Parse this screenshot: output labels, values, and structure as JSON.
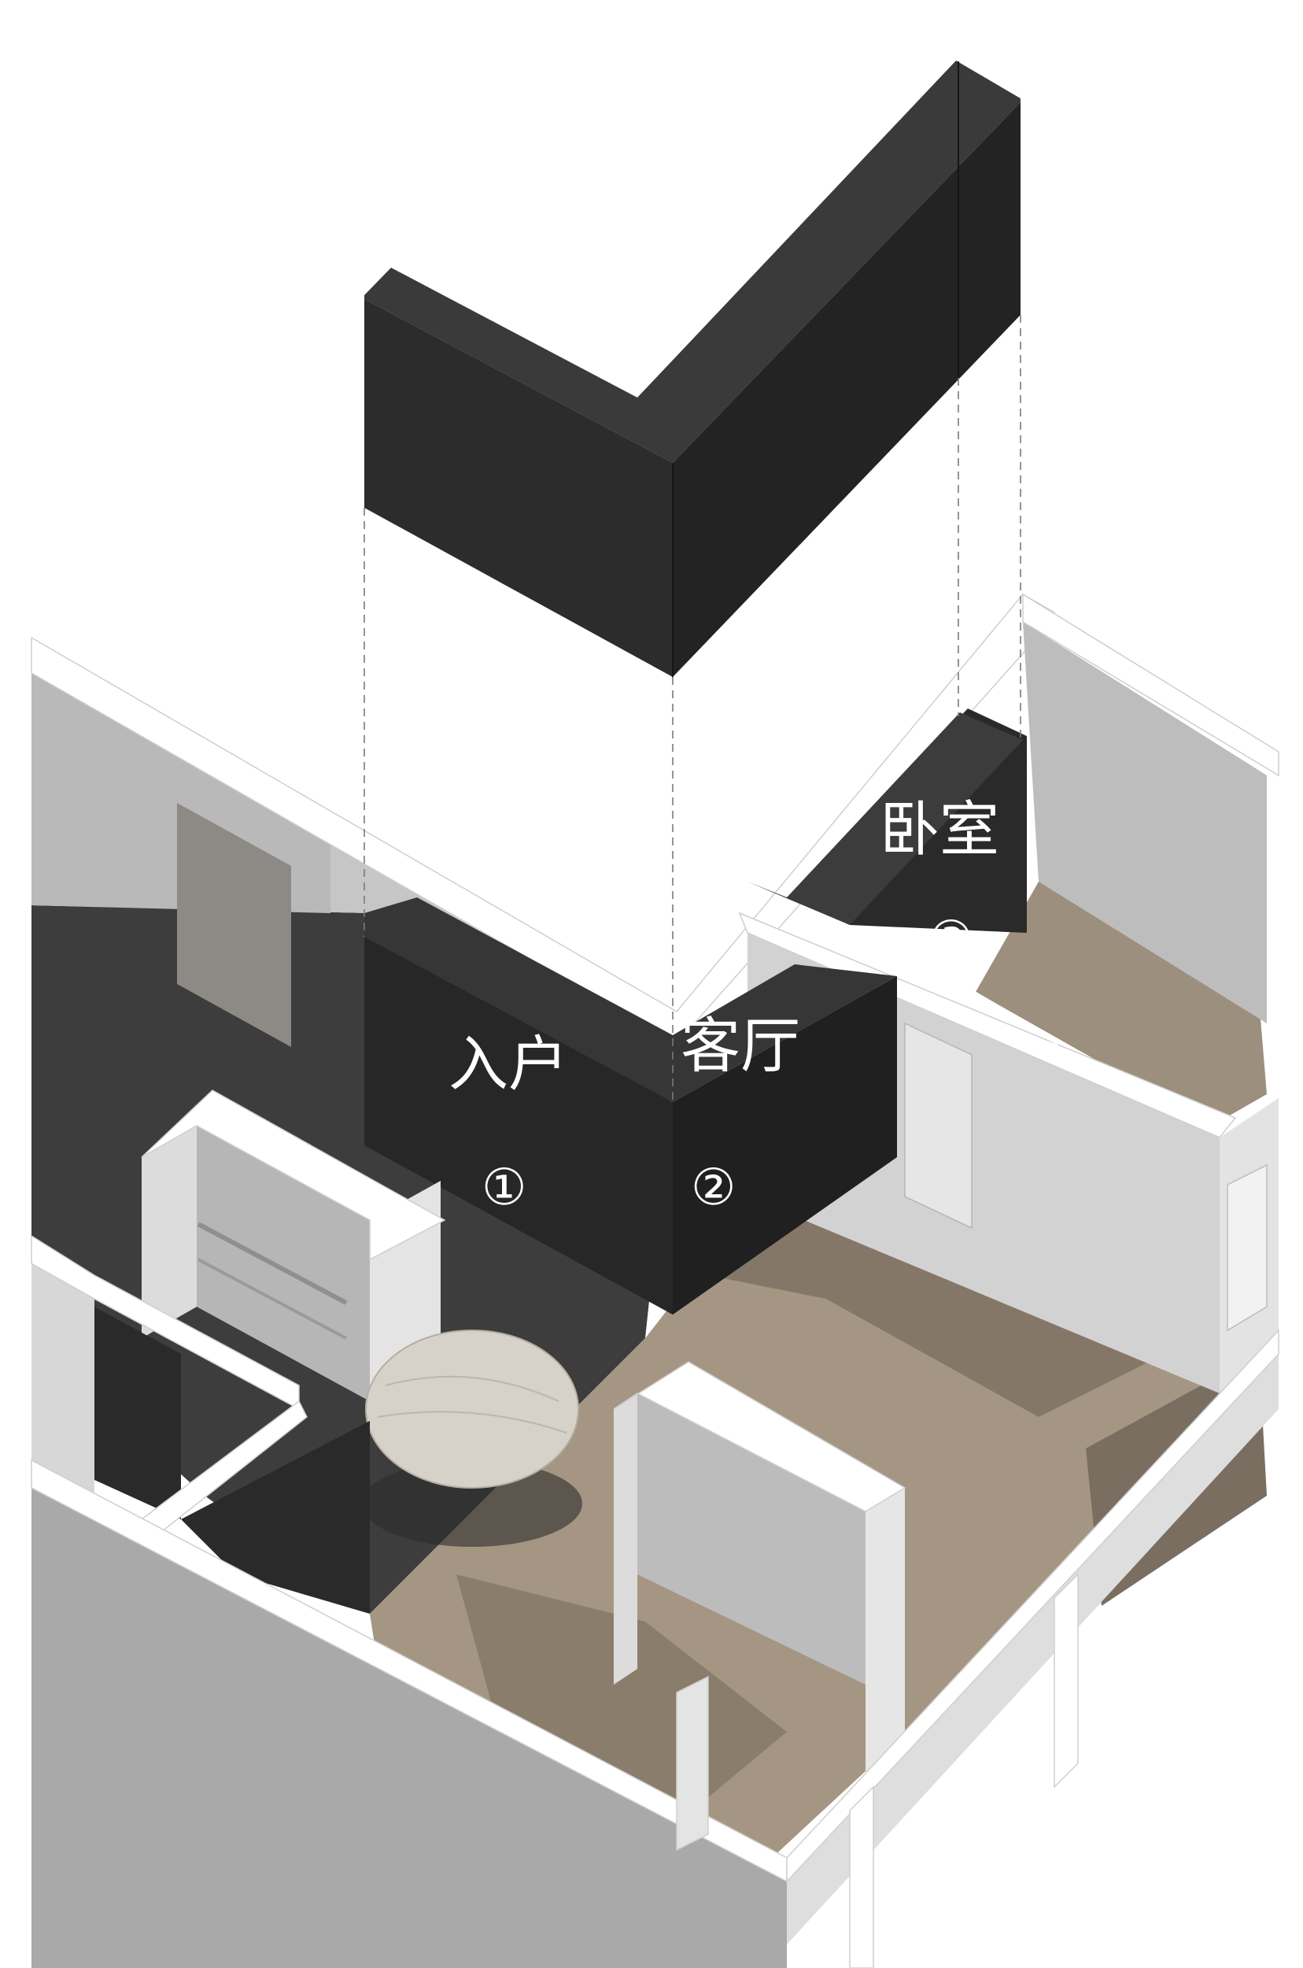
{
  "zones": [
    {
      "label": "入户",
      "number": "①"
    },
    {
      "label": "客厅",
      "number": "②"
    },
    {
      "label": "卧室",
      "number": "③"
    }
  ],
  "colors": {
    "wall_top": "#ffffff",
    "wall_face_light": "#e3e3e3",
    "wall_face_mid": "#c9c9c9",
    "wall_face_dark": "#a9a9a9",
    "entry_floor": "#3b3b3b",
    "wood_floor": "#a39584",
    "wood_floor_shadow": "#7d7062",
    "cabinet_dark": "#262626",
    "cabinet_side": "#1e1e1e",
    "cabinet_top": "#393939",
    "table_top": "#d7d2ca",
    "label_text": "#ffffff"
  }
}
